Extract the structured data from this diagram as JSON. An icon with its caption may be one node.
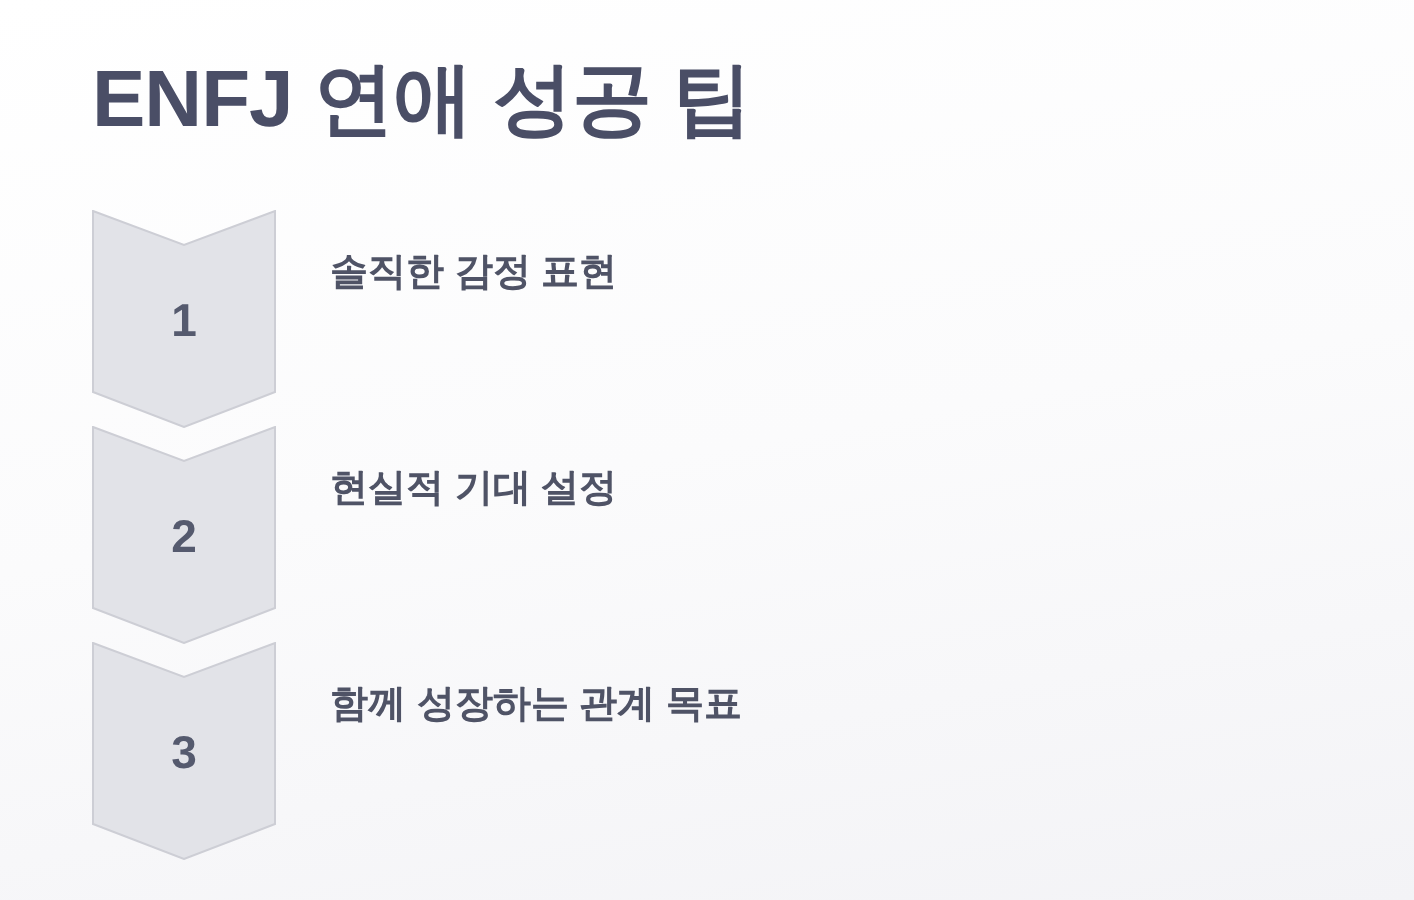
{
  "diagram": {
    "title": "ENFJ 연애 성공 팁",
    "nodes": [
      {
        "text": [
          "1"
        ],
        "beside": [
          "솔직한 감정 표현"
        ]
      },
      {
        "text": [
          "2"
        ],
        "beside": [
          "현실적 기대 설정"
        ]
      },
      {
        "text": [
          "3"
        ],
        "beside": [
          "함께 성장하는 관계 목표"
        ]
      }
    ]
  }
}
